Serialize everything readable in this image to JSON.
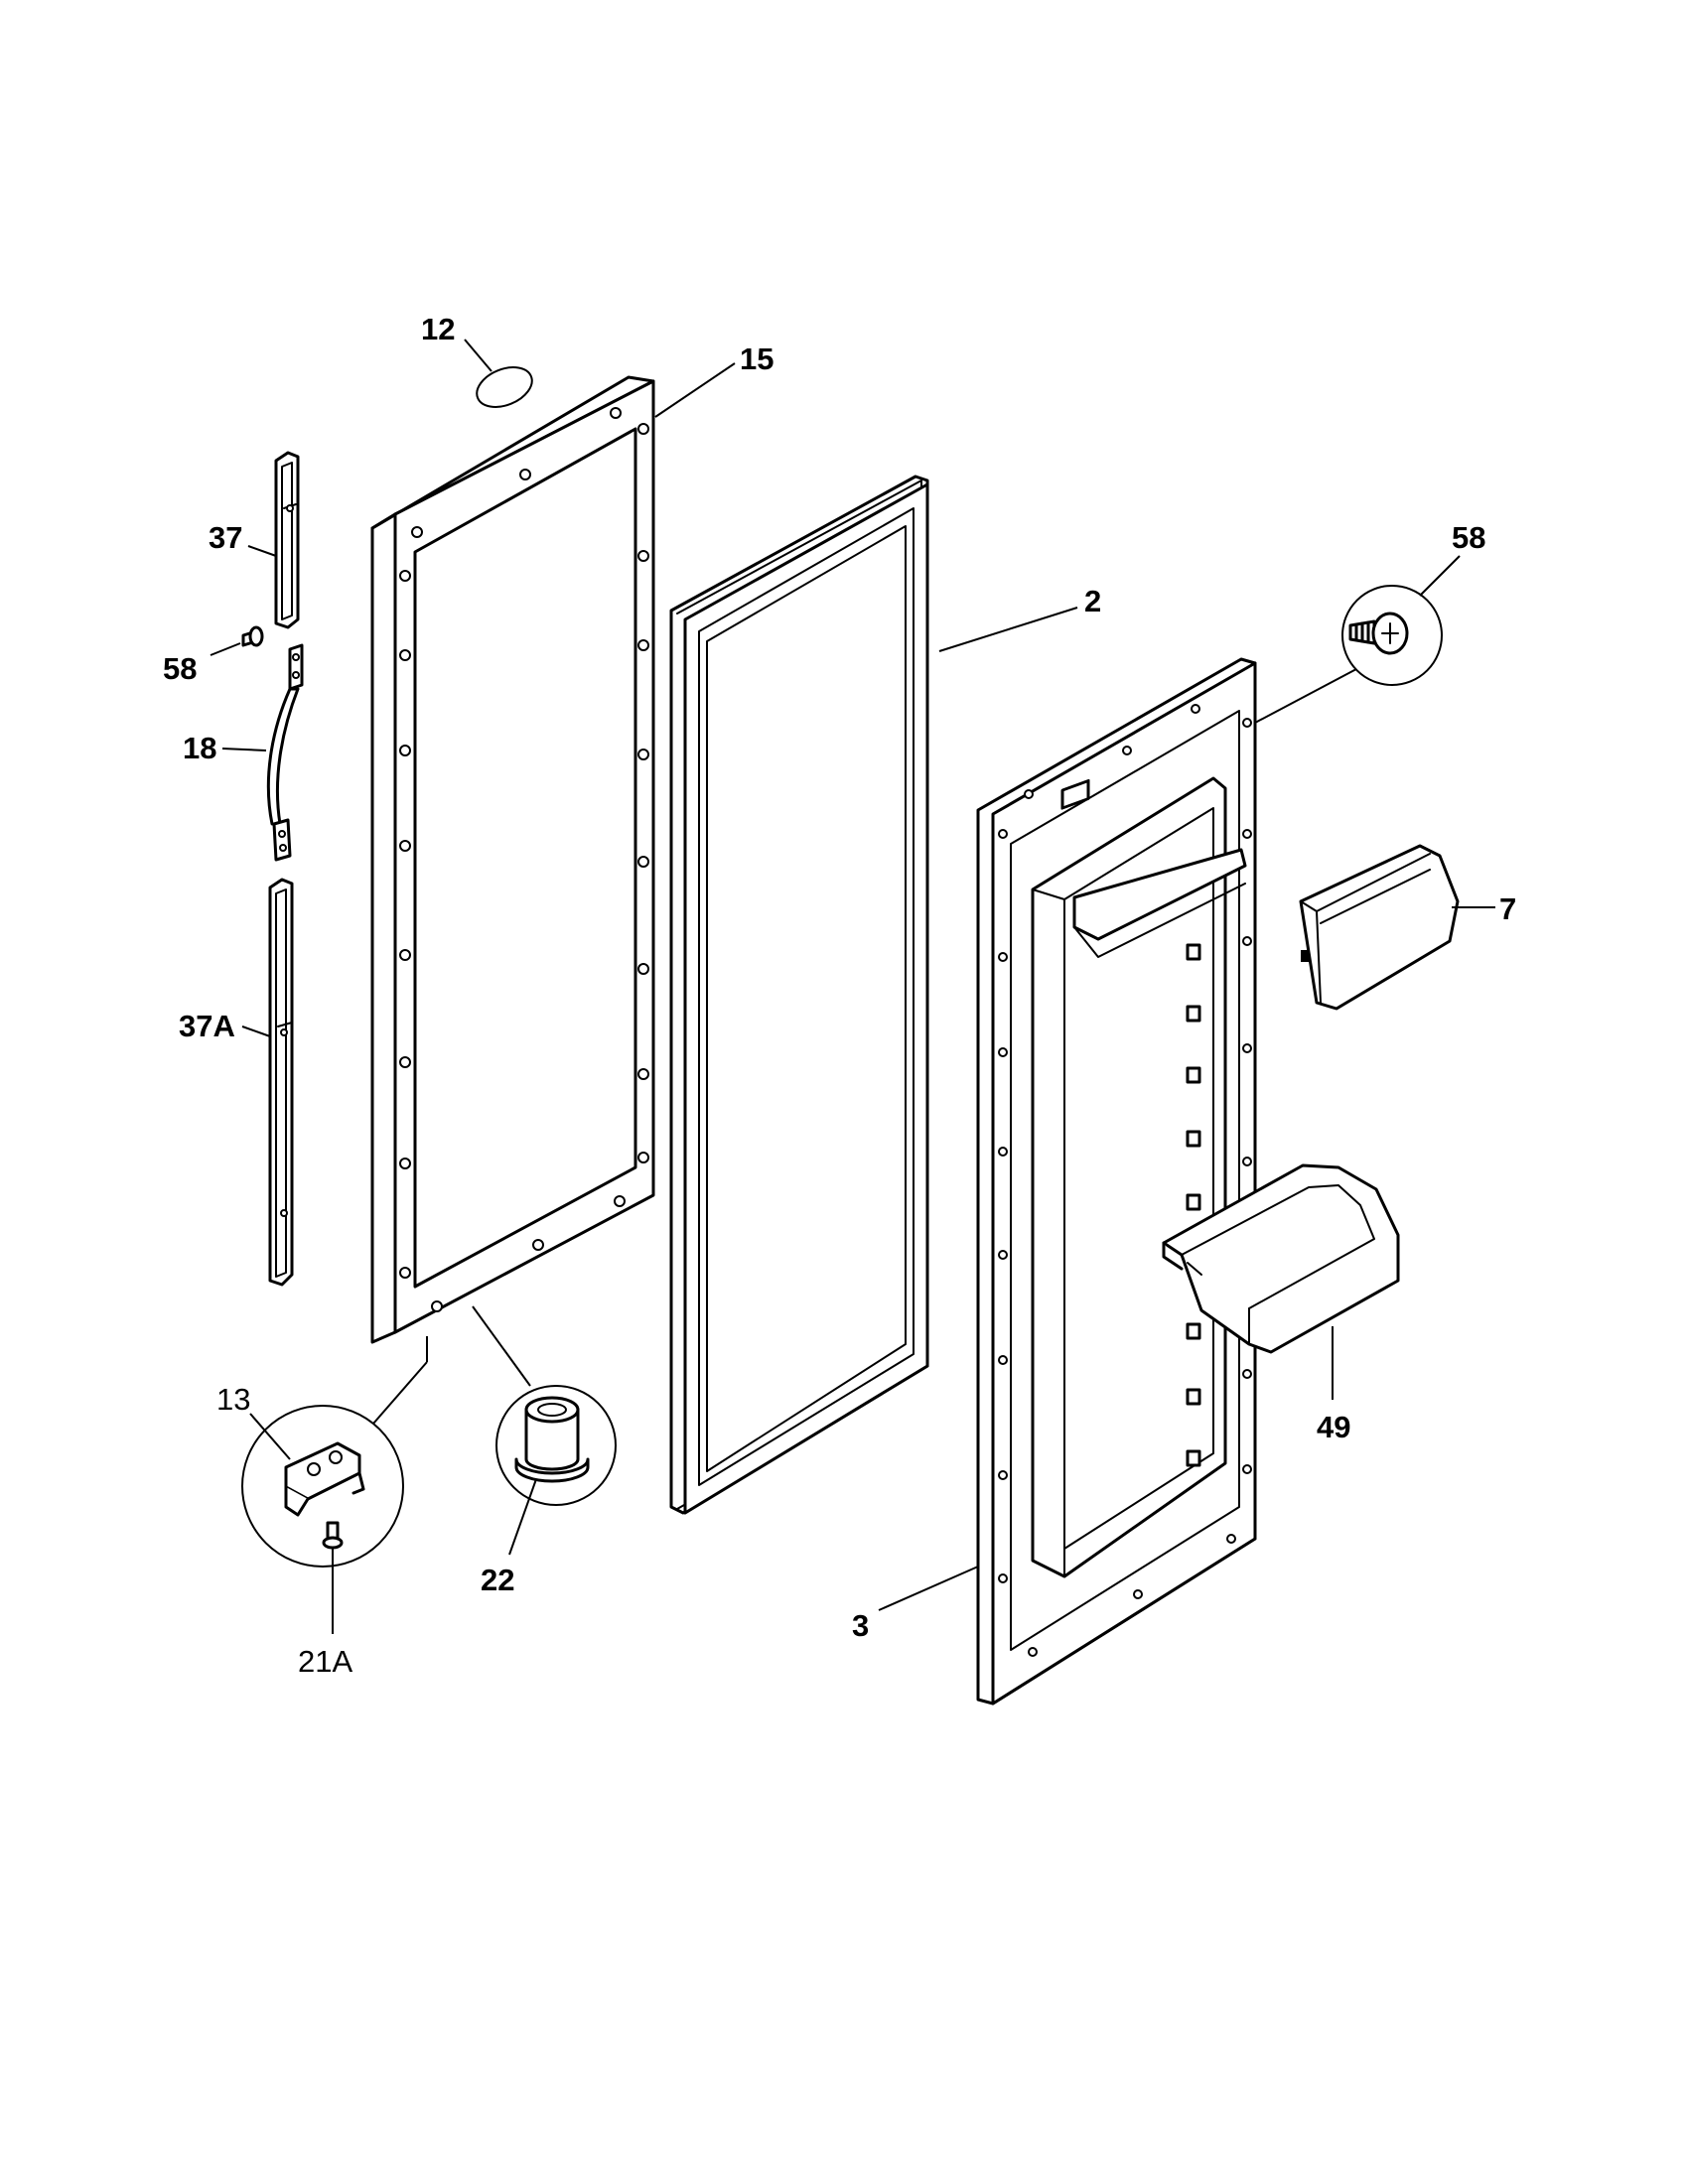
{
  "callouts": {
    "c12": "12",
    "c15": "15",
    "c37": "37",
    "c58_left": "58",
    "c18": "18",
    "c37a": "37A",
    "c2": "2",
    "c58_right": "58",
    "c7": "7",
    "c49": "49",
    "c3": "3",
    "c13": "13",
    "c21a": "21A",
    "c22": "22"
  }
}
